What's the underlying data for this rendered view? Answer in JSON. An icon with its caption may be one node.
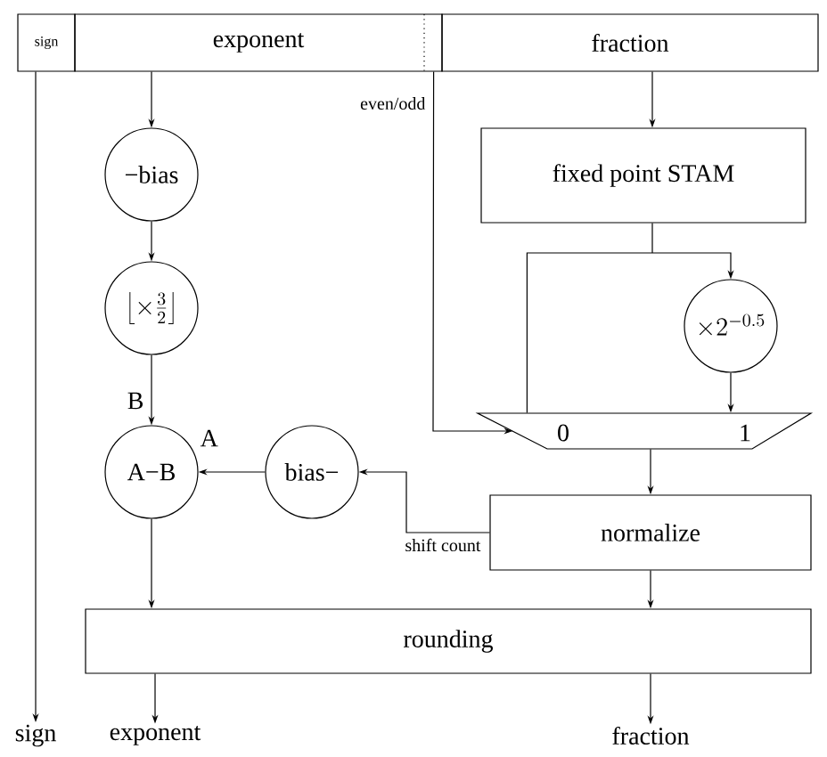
{
  "diagram": {
    "nodes": [
      {
        "text": [
          "sign"
        ]
      },
      {
        "text": [
          "exponent"
        ]
      },
      {
        "text": [
          "fraction"
        ]
      },
      {
        "text": [
          "−bias"
        ]
      },
      {
        "text": [
          "\\left\\lfloor\\times\\frac{3}{2}\\right\\rfloor"
        ]
      },
      {
        "text": [
          "A−B"
        ]
      },
      {
        "text": [
          "bias−"
        ]
      },
      {
        "text": [
          "fixed point STAM"
        ]
      },
      {
        "text": [
          "\\times 2^{-0.5}"
        ]
      },
      {
        "text": [
          "0",
          "1"
        ]
      },
      {
        "text": [
          "normalize"
        ]
      },
      {
        "text": [
          "rounding"
        ]
      },
      {
        "text": [
          "sign"
        ]
      },
      {
        "text": [
          "exponent"
        ]
      },
      {
        "text": [
          "fraction"
        ]
      }
    ],
    "edges": [
      {
        "from": 0,
        "to": 12,
        "arrow": "to"
      },
      {
        "from": 1,
        "to": 3,
        "arrow": "to"
      },
      {
        "from": 3,
        "to": 4,
        "arrow": "to"
      },
      {
        "from": 4,
        "to": 5,
        "arrow": "to",
        "label": "B"
      },
      {
        "from": 6,
        "to": 5,
        "arrow": "to",
        "label": "A"
      },
      {
        "from": 10,
        "to": 6,
        "arrow": "to",
        "label": "shift count"
      },
      {
        "from": 1,
        "to": 9,
        "arrow": "to",
        "label": "even/odd"
      },
      {
        "from": 2,
        "to": 7,
        "arrow": "to"
      },
      {
        "from": 7,
        "to": 9,
        "arrow": "none"
      },
      {
        "from": 7,
        "to": 8,
        "arrow": "to"
      },
      {
        "from": 8,
        "to": 9,
        "arrow": "to"
      },
      {
        "from": 9,
        "to": 10,
        "arrow": "to"
      },
      {
        "from": 10,
        "to": 11,
        "arrow": "to"
      },
      {
        "from": 5,
        "to": 11,
        "arrow": "to"
      },
      {
        "from": 11,
        "to": 13,
        "arrow": "to"
      },
      {
        "from": 11,
        "to": 14,
        "arrow": "to"
      }
    ]
  }
}
